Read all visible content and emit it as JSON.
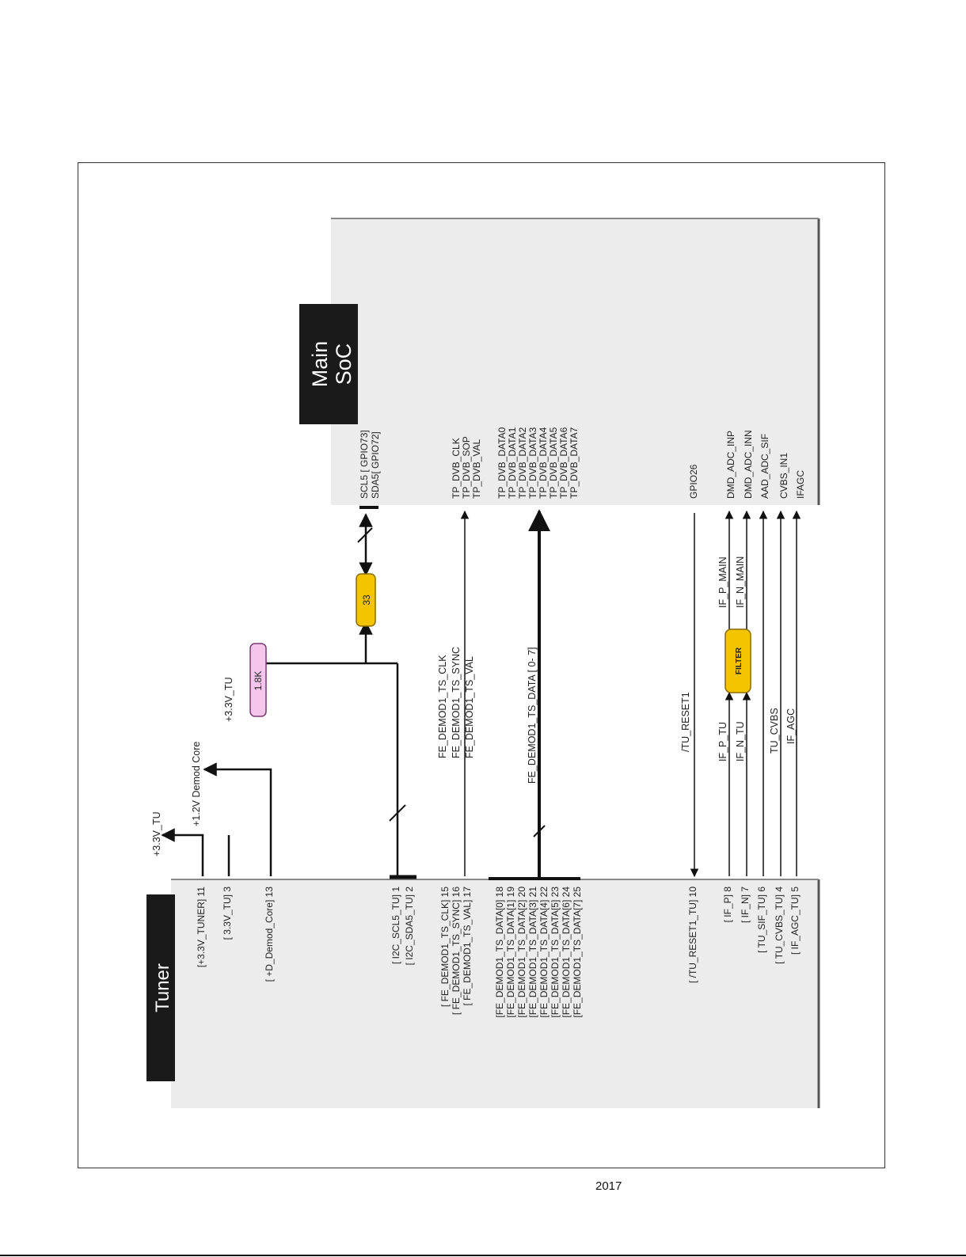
{
  "blocks": {
    "tuner": "Tuner",
    "soc_line1": "Main",
    "soc_line2": "SoC"
  },
  "tuner_pins": [
    "[+3.3V_TUNER] 11",
    "[ 3.3V_TU] 3",
    "[ +D_Demod_Core] 13",
    "[ I2C_SCL5_TU] 1",
    "[ I2C_SDA5_TU] 2",
    "[ FE_DEMOD1_TS_CLK] 15",
    "[ FE_DEMOD1_TS_SYNC] 16",
    "[ FE_DEMOD1_TS_VAL] 17",
    "[FE_DEMOD1_TS_DATA[0] 18",
    "[FE_DEMOD1_TS_DATA[1] 19",
    "[FE_DEMOD1_TS_DATA[2] 20",
    "[FE_DEMOD1_TS_DATA[3] 21",
    "[FE_DEMOD1_TS_DATA[4] 22",
    "[FE_DEMOD1_TS_DATA[5] 23",
    "[FE_DEMOD1_TS_DATA[6] 24",
    "[FE_DEMOD1_TS_DATA[7] 25",
    "[ /TU_RESET1_TU] 10",
    "[ IF_P] 8",
    "[ IF_N] 7",
    "[ TU_SIF_TU] 6",
    "[ TU_CVBS_TU] 4",
    "[ IF_AGC_TU] 5"
  ],
  "soc_pins": [
    "SCL5 [ GPIO73]",
    "SDA5[ GPIO72]",
    "TP_DVB_CLK",
    "TP_DVB_SOP",
    "TP_DVB_VAL",
    "TP_DVB_DATA0",
    "TP_DVB_DATA1",
    "TP_DVB_DATA2",
    "TP_DVB_DATA3",
    "TP_DVB_DATA4",
    "TP_DVB_DATA5",
    "TP_DVB_DATA6",
    "TP_DVB_DATA7",
    "GPIO26",
    "DMD_ADC_INP",
    "DMD_ADC_INN",
    "AAD_ADC_SIF",
    "CVBS_IN1",
    "IFAGC"
  ],
  "nets": {
    "v33_tu_top": "+3.3V_TU",
    "v12_demod": "+1.2V Demod Core",
    "v33_tu_pullup": "+3.3V_TU",
    "ts_clk": "FE_DEMOD1_TS_CLK",
    "ts_sync": "FE_DEMOD1_TS_SYNC",
    "ts_val": "FE_DEMOD1_TS_VAL",
    "ts_data": "FE_DEMOD1_TS_DATA [ 0- 7]",
    "reset": "/TU_RESET1",
    "if_p_tu": "IF_P_TU",
    "if_n_tu": "IF_N_TU",
    "if_p_main": "IF_P_MAIN",
    "if_n_main": "IF_N_MAIN",
    "tu_cvbs": "TU_CVBS",
    "if_agc": "IF_AGC"
  },
  "components": {
    "pullup_resistor": "1.8K",
    "series_resistor": "33",
    "filter": "FILTER"
  },
  "colors": {
    "block_fill": "#ececec",
    "label_black": "#1a1a1a",
    "resistor_yellow": "#f5c400",
    "resistor_pink": "#f4c6ec"
  },
  "page_number": "2017"
}
